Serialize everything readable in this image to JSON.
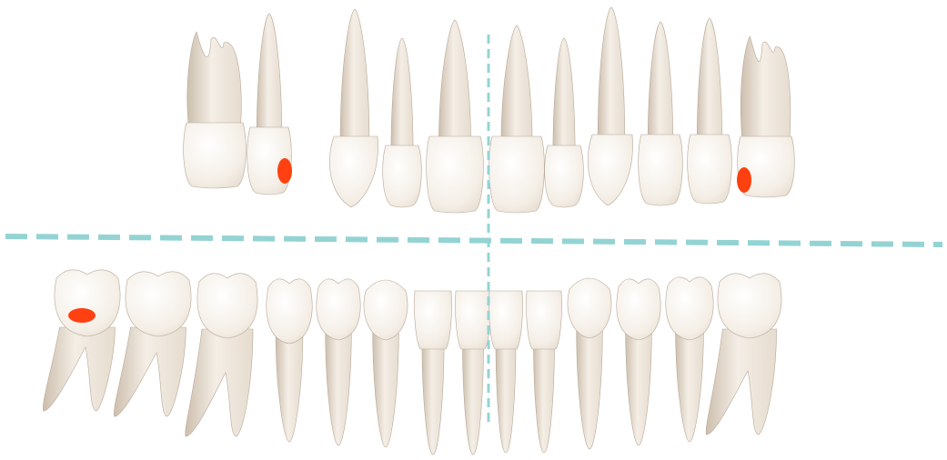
{
  "colors": {
    "background": "#ffffff",
    "guide_line": "#94d3d3",
    "tooth_light": "#f4eee6",
    "tooth_mid": "#e6dccf",
    "tooth_shadow": "#cdbfae",
    "tooth_outline": "#b8a898",
    "marker": "#ff4010"
  },
  "guides": {
    "horizontal": "dashed",
    "vertical": "dashed"
  },
  "upper_arch": {
    "teeth": [
      {
        "id": "u1",
        "kind": "molar"
      },
      {
        "id": "u2",
        "kind": "premolar",
        "marked": true
      },
      {
        "id": "u3",
        "kind": "canine"
      },
      {
        "id": "u4",
        "kind": "lateral-incisor"
      },
      {
        "id": "u5",
        "kind": "central-incisor"
      },
      {
        "id": "u6",
        "kind": "central-incisor"
      },
      {
        "id": "u7",
        "kind": "lateral-incisor"
      },
      {
        "id": "u8",
        "kind": "canine"
      },
      {
        "id": "u9",
        "kind": "premolar"
      },
      {
        "id": "u10",
        "kind": "premolar"
      },
      {
        "id": "u11",
        "kind": "molar",
        "marked": true
      }
    ]
  },
  "lower_arch": {
    "teeth": [
      {
        "id": "l1",
        "kind": "molar",
        "marked": true
      },
      {
        "id": "l2",
        "kind": "molar"
      },
      {
        "id": "l3",
        "kind": "molar"
      },
      {
        "id": "l4",
        "kind": "premolar"
      },
      {
        "id": "l5",
        "kind": "premolar"
      },
      {
        "id": "l6",
        "kind": "canine"
      },
      {
        "id": "l7",
        "kind": "incisor"
      },
      {
        "id": "l8",
        "kind": "incisor"
      },
      {
        "id": "l9",
        "kind": "incisor"
      },
      {
        "id": "l10",
        "kind": "incisor"
      },
      {
        "id": "l11",
        "kind": "canine"
      },
      {
        "id": "l12",
        "kind": "premolar"
      },
      {
        "id": "l13",
        "kind": "premolar"
      },
      {
        "id": "l14",
        "kind": "molar"
      }
    ]
  }
}
